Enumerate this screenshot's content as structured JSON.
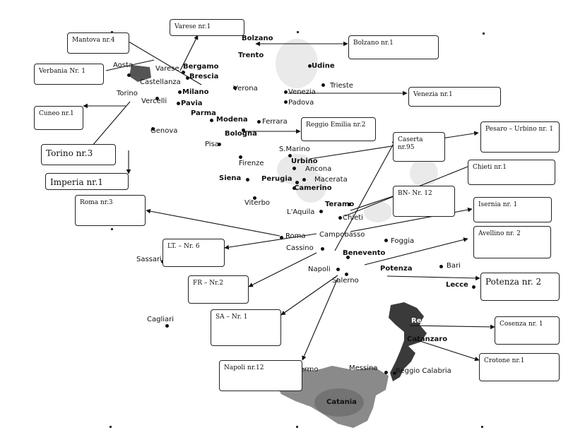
{
  "cities": {
    "bolzano": "Bolzano",
    "trento": "Trento",
    "udine": "Udine",
    "trieste": "Trieste",
    "venezia": "Venezia",
    "padova": "Padova",
    "verona": "Verona",
    "aosta": "Aosta",
    "varese": "Varese",
    "bergamo": "Bergamo",
    "brescia": "Brescia",
    "castellanza": "Castellanza",
    "torino": "Torino",
    "milano": "Milano",
    "vercelli": "Vercelli",
    "pavia": "Pavia",
    "parma": "Parma",
    "modena": "Modena",
    "ferrara": "Ferrara",
    "bologna": "Bologna",
    "genova": "Genova",
    "pisa": "Pisa",
    "smarino": "S.Marino",
    "urbino": "Urbino",
    "ancona": "Ancona",
    "firenze": "Firenze",
    "macerata": "Macerata",
    "siena": "Siena",
    "perugia": "Perugia",
    "camerino": "Camerino",
    "viterbo": "Viterbo",
    "teramo": "Teramo",
    "laquila": "L'Aquila",
    "chieti": "Chieti",
    "roma": "Roma",
    "campobasso": "Campobasso",
    "cassino": "Cassino",
    "foggia": "Foggia",
    "benevento": "Benevento",
    "sassari": "Sassari",
    "napoli": "Napoli",
    "potenza": "Potenza",
    "bari": "Bari",
    "salerno": "Salerno",
    "lecce": "Lecce",
    "cagliari": "Cagliari",
    "rende": "Rende",
    "catanzaro": "Catanzaro",
    "palermo": "Palermo",
    "messina": "Messina",
    "reggio": "Reggio Calabria",
    "catania": "Catania"
  },
  "boxes": {
    "mantova": "Mantova nr.4",
    "varese": "Varese nr.1",
    "bolzano": "Bolzano nr.1",
    "verbania": "Verbania Nr. 1",
    "venezia": "Venezia nr.1",
    "cuneo": "Cuneo nr.1",
    "reggio_emilia": "Reggio Emilia nr.2",
    "pesaro_urbino": "Pesaro – Urbino nr. 1",
    "caserta": "Caserta nr.95",
    "torino": "Torino nr.3",
    "imperia": "Imperia nr.1",
    "chieti": "Chieti nr.1",
    "bn": "BN- Nr. 12",
    "roma": "Roma nr.3",
    "isernia": "Isernia nr. 1",
    "lt": "LT. – Nr. 6",
    "avellino": "Avellino nr. 2",
    "fr": "FR – Nr.2",
    "potenza": "Potenza nr. 2",
    "sa": "SA – Nr. 1",
    "cosenza": "Cosenza nr. 1",
    "napoli": "Napoli nr.12",
    "crotone": "Crotone nr.1"
  }
}
